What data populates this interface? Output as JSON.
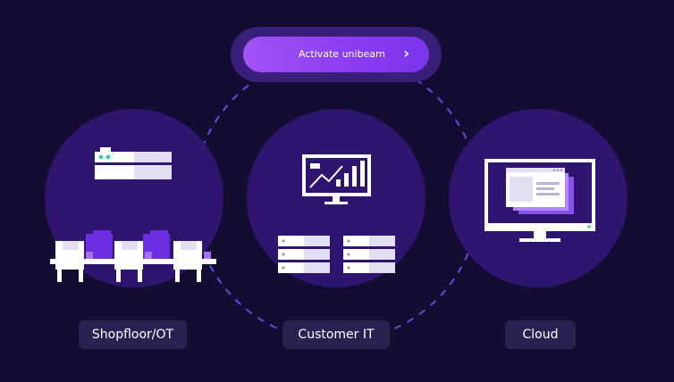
{
  "action_button": {
    "label": "Activate unibeam",
    "icon": "chevron-right-icon"
  },
  "nodes": [
    {
      "label": "Shopfloor/OT",
      "icon": "factory-icon"
    },
    {
      "label": "Customer IT",
      "icon": "server-icon"
    },
    {
      "label": "Cloud",
      "icon": "monitor-icon"
    }
  ],
  "colors": {
    "background": "#140c33",
    "circle": "#2f1470",
    "accent": "#8a3cf0",
    "dash": "#6b46e0",
    "label_bg": "#2a2150"
  }
}
